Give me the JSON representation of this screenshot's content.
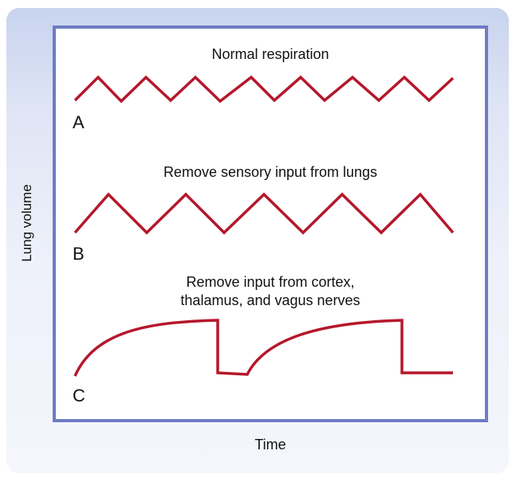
{
  "axes": {
    "y_label": "Lung volume",
    "x_label": "Time"
  },
  "traces": [
    {
      "letter": "A",
      "title": "Normal respiration"
    },
    {
      "letter": "B",
      "title": "Remove sensory input from lungs"
    },
    {
      "letter": "C",
      "title_lines": [
        "Remove input from cortex,",
        "thalamus, and vagus nerves"
      ]
    }
  ],
  "colors": {
    "trace": "#b5172b",
    "frame": "#6f7bc4",
    "background": "#dfe5f5"
  }
}
